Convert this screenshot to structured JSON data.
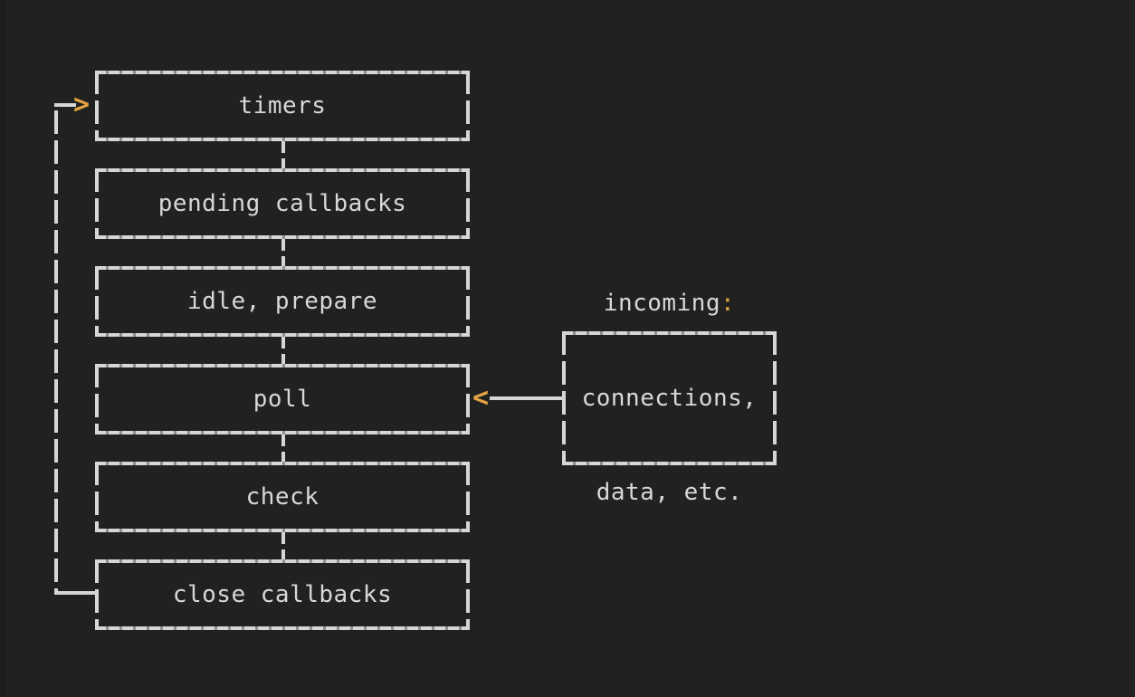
{
  "diagram": {
    "title": "node-event-loop-phases",
    "background_color": "#212121",
    "line_color": "#d6d6d6",
    "text_color": "#d8d8d8",
    "accent_color": "#e5a443",
    "phases": [
      {
        "id": "timers",
        "label": "timers"
      },
      {
        "id": "pending-callbacks",
        "label": "pending callbacks"
      },
      {
        "id": "idle-prepare",
        "label": "idle, prepare"
      },
      {
        "id": "poll",
        "label": "poll"
      },
      {
        "id": "check",
        "label": "check"
      },
      {
        "id": "close-callbacks",
        "label": "close callbacks"
      }
    ],
    "side_box": {
      "id": "incoming",
      "line1_text": "incoming",
      "line1_accent": ":",
      "line2": "connections,",
      "line3": "data, etc."
    },
    "arrows": {
      "loop_back_head": ">",
      "incoming_head": "<"
    }
  }
}
